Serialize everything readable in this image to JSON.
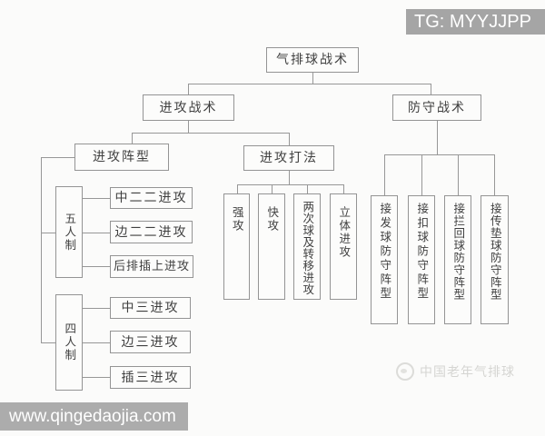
{
  "banner": {
    "tg_label": "TG: MYYJJPP"
  },
  "watermark": {
    "url": "www.qingedaojia.com",
    "logo_text": "中国老年气排球"
  },
  "diagram": {
    "root": "气排球战术",
    "attack": {
      "label": "进攻战术",
      "formation": {
        "label": "进攻阵型",
        "five_person": {
          "label": "五人制",
          "items": [
            "中二二进攻",
            "边二二进攻",
            "后排插上进攻"
          ]
        },
        "four_person": {
          "label": "四人制",
          "items": [
            "中三进攻",
            "边三进攻",
            "插三进攻"
          ]
        }
      },
      "methods": {
        "label": "进攻打法",
        "items": [
          "强攻",
          "快攻",
          "两次球及转移进攻",
          "立体进攻"
        ]
      }
    },
    "defense": {
      "label": "防守战术",
      "items": [
        "接发球防守阵型",
        "接扣球防守阵型",
        "接拦回球防守阵型",
        "接传垫球防守阵型"
      ]
    }
  },
  "colors": {
    "background": "#fbfbfa",
    "line": "#979797",
    "text": "#3f3f3f",
    "banner_bg": "#a5a5a5",
    "banner_text": "#ffffff",
    "watermark_text": "#d5d5d2"
  }
}
